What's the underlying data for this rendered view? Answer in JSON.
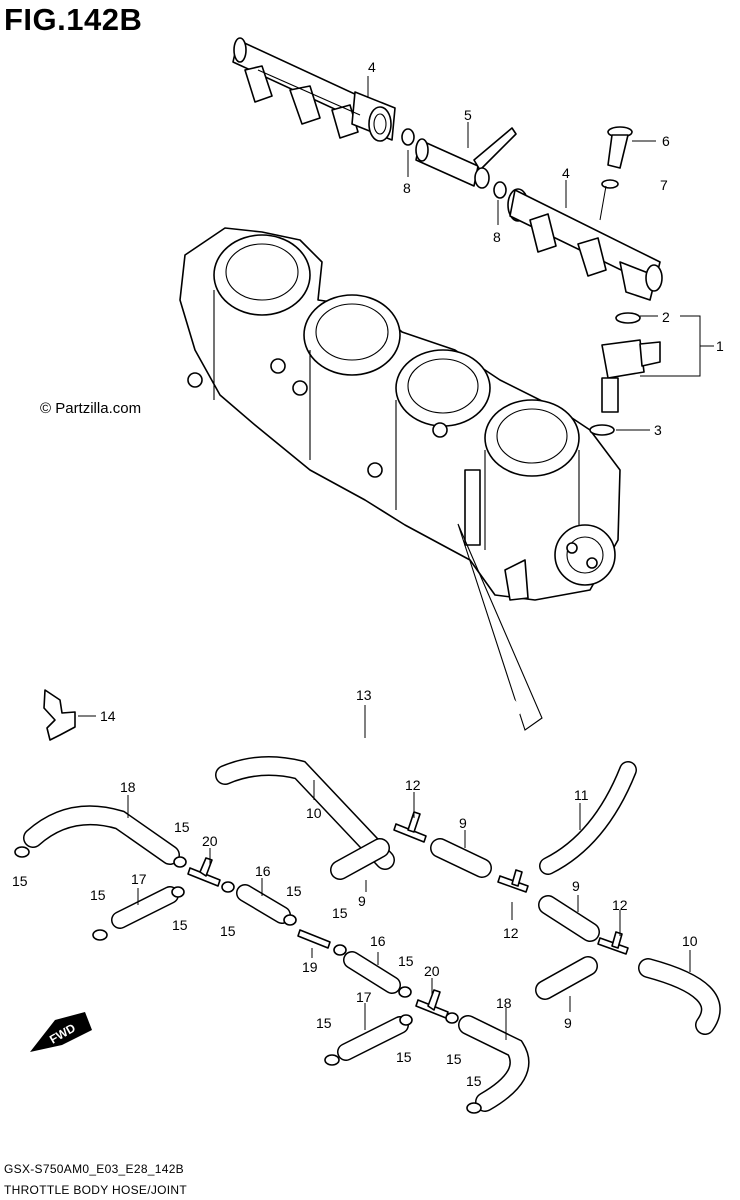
{
  "figure": {
    "title": "FIG.142B",
    "watermark": "© Partzilla.com",
    "model_code": "GSX-S750AM0_E03_E28_142B",
    "description": "THROTTLE BODY HOSE/JOINT",
    "direction_badge": "FWD"
  },
  "callouts": [
    "1",
    "2",
    "3",
    "4",
    "5",
    "6",
    "7",
    "8",
    "9",
    "10",
    "11",
    "12",
    "13",
    "14",
    "15",
    "16",
    "17",
    "18",
    "19",
    "20"
  ]
}
